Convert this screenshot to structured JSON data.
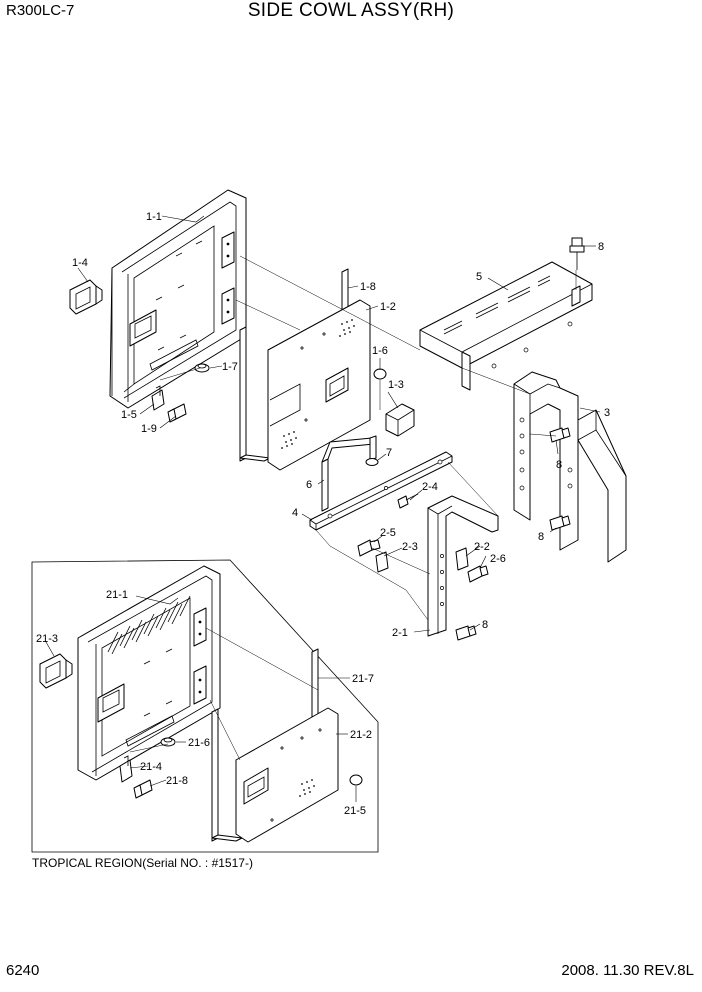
{
  "header": {
    "model": "R300LC-7",
    "title": "SIDE COWL ASSY(RH)"
  },
  "footer": {
    "page_number": "6240",
    "revision": "2008. 11.30  REV.8L"
  },
  "inset": {
    "caption": "TROPICAL REGION(Serial NO. : #1517-)"
  },
  "part_labels": {
    "p1_1": "1-1",
    "p1_2": "1-2",
    "p1_3": "1-3",
    "p1_4": "1-4",
    "p1_5": "1-5",
    "p1_6": "1-6",
    "p1_7": "1-7",
    "p1_8": "1-8",
    "p1_9": "1-9",
    "p2_1": "2-1",
    "p2_2": "2-2",
    "p2_3": "2-3",
    "p2_4": "2-4",
    "p2_5": "2-5",
    "p2_6": "2-6",
    "p3": "3",
    "p4": "4",
    "p5": "5",
    "p6": "6",
    "p7": "7",
    "p8a": "8",
    "p8b": "8",
    "p8c": "8",
    "p8d": "8",
    "p21_1": "21-1",
    "p21_2": "21-2",
    "p21_3": "21-3",
    "p21_4": "21-4",
    "p21_5": "21-5",
    "p21_6": "21-6",
    "p21_7": "21-7",
    "p21_8": "21-8"
  }
}
